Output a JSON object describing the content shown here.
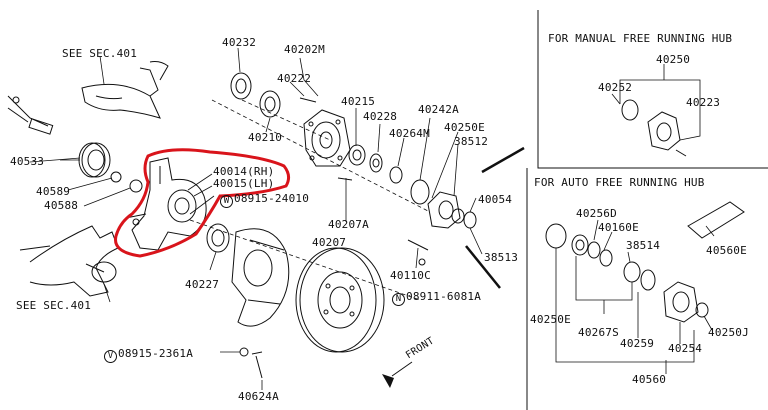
{
  "labels": {
    "see_sec_top": "SEE SEC.401",
    "see_sec_bottom": "SEE SEC.401",
    "p40232": "40232",
    "p40202M": "40202M",
    "p40222": "40222",
    "p40210": "40210",
    "p40215": "40215",
    "p40228": "40228",
    "p40264M": "40264M",
    "p40242A": "40242A",
    "p40250E": "40250E",
    "p38512": "38512",
    "p40533": "40533",
    "p40589": "40589",
    "p40588": "40588",
    "p40014": "40014(RH)",
    "p40015": "40015(LH)",
    "p40054": "40054",
    "p40207A": "40207A",
    "p40207": "40207",
    "p40227": "40227",
    "p40110C": "40110C",
    "p38513": "38513",
    "p40624A": "40624A",
    "w08915_24010": "08915-24010",
    "n08911_6081A": "08911-6081A",
    "v08915_2361A": "08915-2361A",
    "circle_w": "W",
    "circle_n": "N",
    "circle_v": "V",
    "front": "FRONT",
    "manual_title": "FOR MANUAL FREE RUNNING HUB",
    "m40250": "40250",
    "m40252": "40252",
    "m40223": "40223",
    "auto_title": "FOR AUTO FREE RUNNING HUB",
    "a40256D": "40256D",
    "a40160E": "40160E",
    "a38514": "38514",
    "a40560E": "40560E",
    "a40250E": "40250E",
    "a40267S": "40267S",
    "a40259": "40259",
    "a40254": "40254",
    "a40250J": "40250J",
    "a40560": "40560"
  },
  "colors": {
    "highlight": "#d9141b",
    "line": "#111111"
  }
}
